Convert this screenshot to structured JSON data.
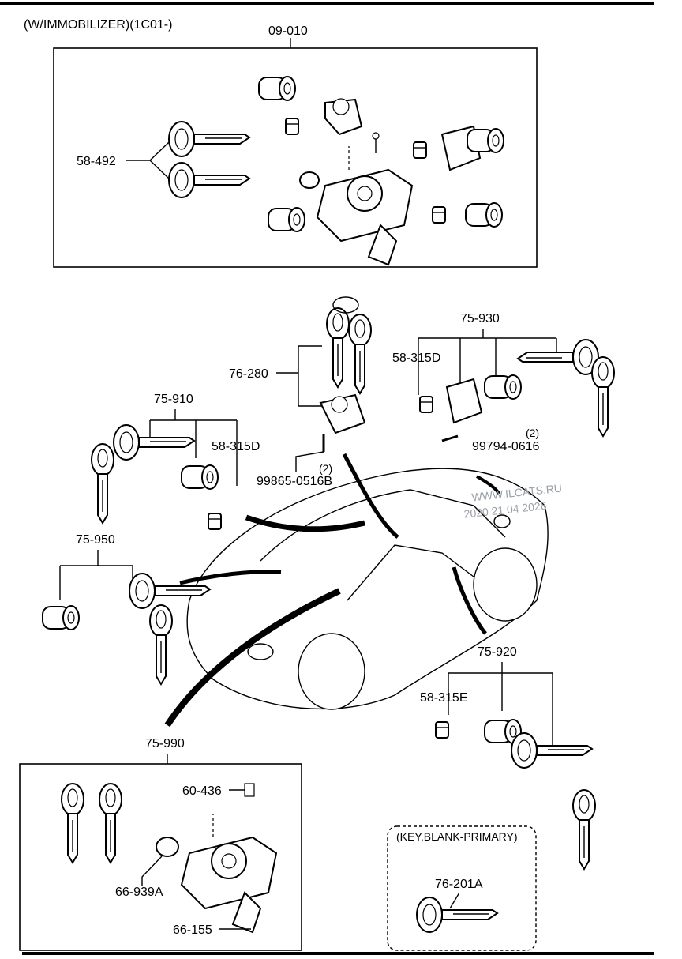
{
  "header": {
    "title": "(W/IMMOBILIZER)(1C01-)"
  },
  "labels": {
    "set_top": "09-010",
    "keys_top": "58-492",
    "ign_set": "76-280",
    "set_75_930": "75-930",
    "retainer_930": "58-315D",
    "bolt_930": "99794-0616",
    "bolt_930_qty": "(2)",
    "set_75_910": "75-910",
    "retainer_910": "58-315D",
    "bolt_910": "99865-0516B",
    "bolt_910_qty": "(2)",
    "set_75_950": "75-950",
    "set_75_920": "75-920",
    "retainer_920": "58-315E",
    "set_75_990": "75-990",
    "screw_990": "60-436",
    "ring_990": "66-939A",
    "lock_990": "66-155",
    "blank_title": "(KEY,BLANK-PRIMARY)",
    "blank_key": "76-201A"
  },
  "watermark": {
    "line1": "WWW.ILCATS.RU",
    "line2": "2020 21 04 2026"
  }
}
